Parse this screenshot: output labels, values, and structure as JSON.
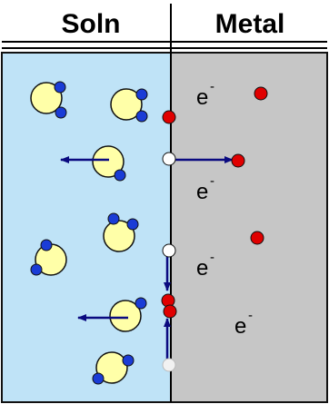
{
  "headers": {
    "solution": "Soln",
    "metal": "Metal"
  },
  "electron_label": "e",
  "electron_charge": "-",
  "colors": {
    "solution_fill": "#bfe3f7",
    "metal_fill": "#c6c6c6",
    "water_oxygen": "#ffffa8",
    "water_hydrogen": "#1a3cd6",
    "electron_dot": "#e00000",
    "hydrogen_atom_surface": "#ffffff",
    "arrow": "#0a0a80"
  },
  "icons": [
    "water-molecule-icon",
    "electron-dot-icon",
    "hydrogen-atom-icon",
    "arrow-icon"
  ]
}
